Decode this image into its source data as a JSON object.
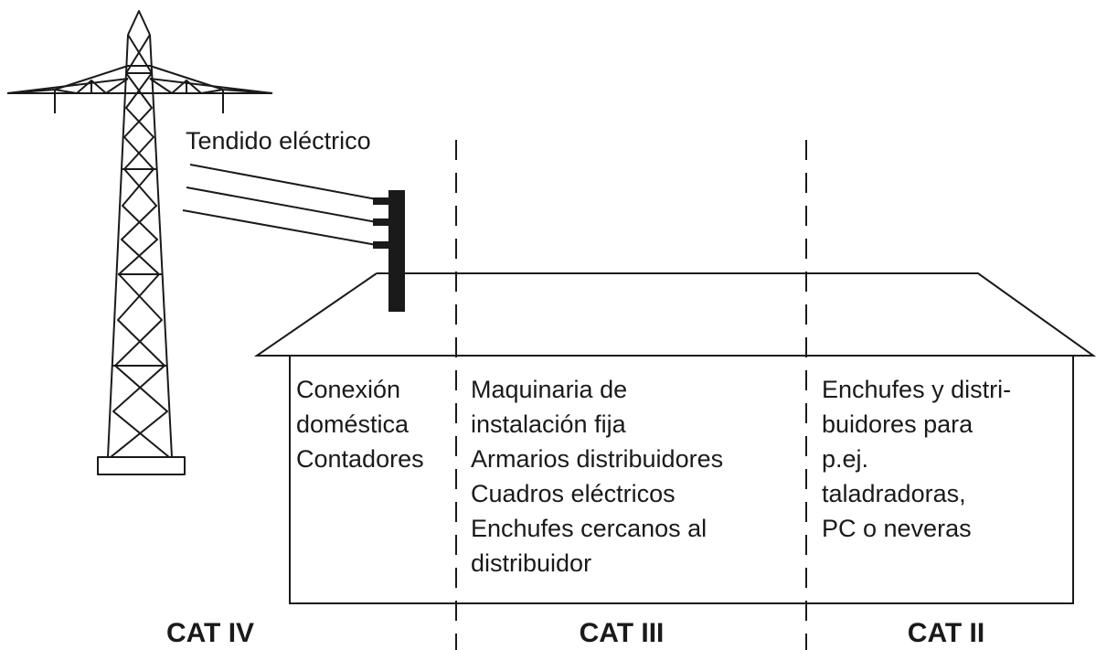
{
  "diagram": {
    "power_line_label": "Tendido eléctrico",
    "zones": [
      {
        "category": "CAT IV",
        "lines": [
          "Conexión",
          "doméstica",
          "Contadores"
        ]
      },
      {
        "category": "CAT III",
        "lines": [
          "Maquinaria de",
          "instalación fija",
          "Armarios distribuidores",
          "Cuadros eléctricos",
          "Enchufes cercanos al",
          "distribuidor"
        ]
      },
      {
        "category": "CAT II",
        "lines": [
          "Enchufes y distri-",
          "buidores para",
          "p.ej.",
          "taladradoras,",
          "PC o neveras"
        ]
      }
    ],
    "line_color": "#1a1a1a"
  }
}
